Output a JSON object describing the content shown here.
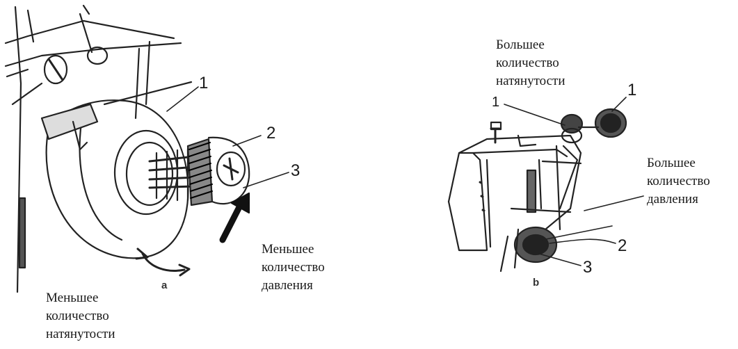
{
  "figure_a": {
    "label": "a",
    "callouts": [
      "3",
      "2",
      "1"
    ],
    "less_pressure": [
      "Меньшее",
      "количество",
      "давления"
    ],
    "less_tension": [
      "Меньшее",
      "количество",
      "натянутости"
    ]
  },
  "figure_b": {
    "label": "b",
    "callouts_top": [
      "1",
      "1"
    ],
    "callouts_bottom": [
      "2",
      "3"
    ],
    "more_tension": [
      "Большее",
      "количество",
      "натянутости"
    ],
    "more_pressure": [
      "Большее",
      "количество",
      "давления"
    ]
  }
}
